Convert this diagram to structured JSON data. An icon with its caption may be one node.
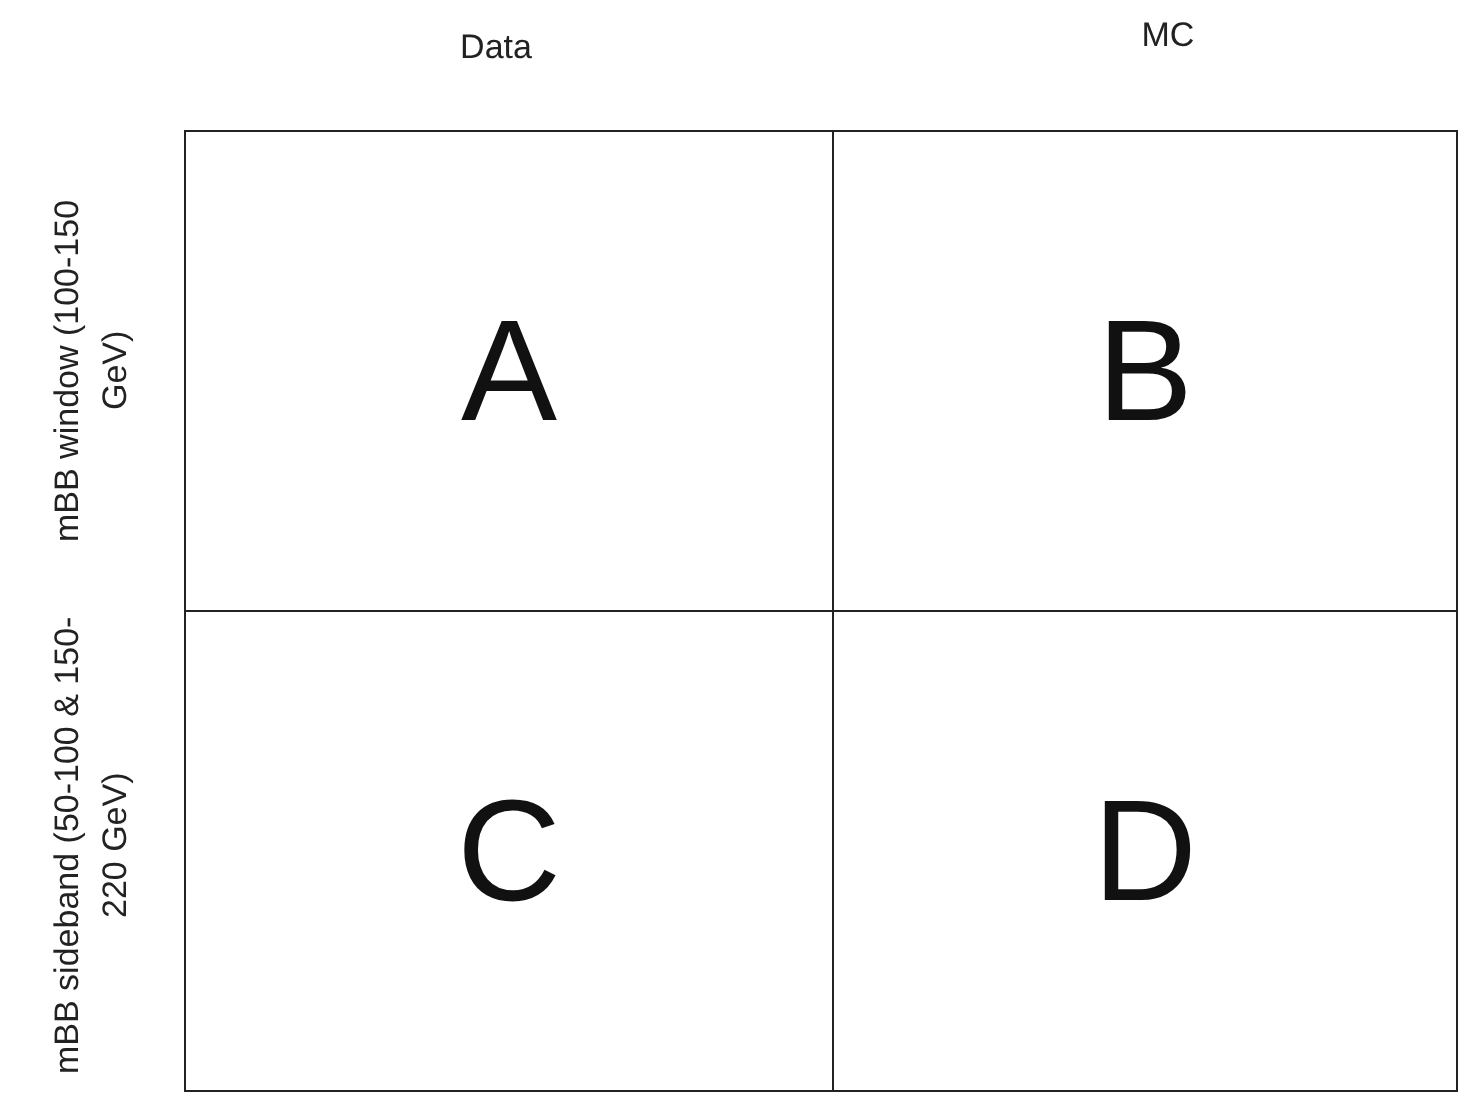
{
  "diagram": {
    "nodes": [
      {
        "text": [
          "A"
        ]
      },
      {
        "text": [
          "B"
        ]
      },
      {
        "text": [
          "C"
        ]
      },
      {
        "text": [
          "D"
        ]
      }
    ],
    "labels": [
      "Data",
      "MC",
      "mBB window (100-150 GeV)",
      "mBB sideband (50-100 & 150-220 GeV)"
    ]
  }
}
